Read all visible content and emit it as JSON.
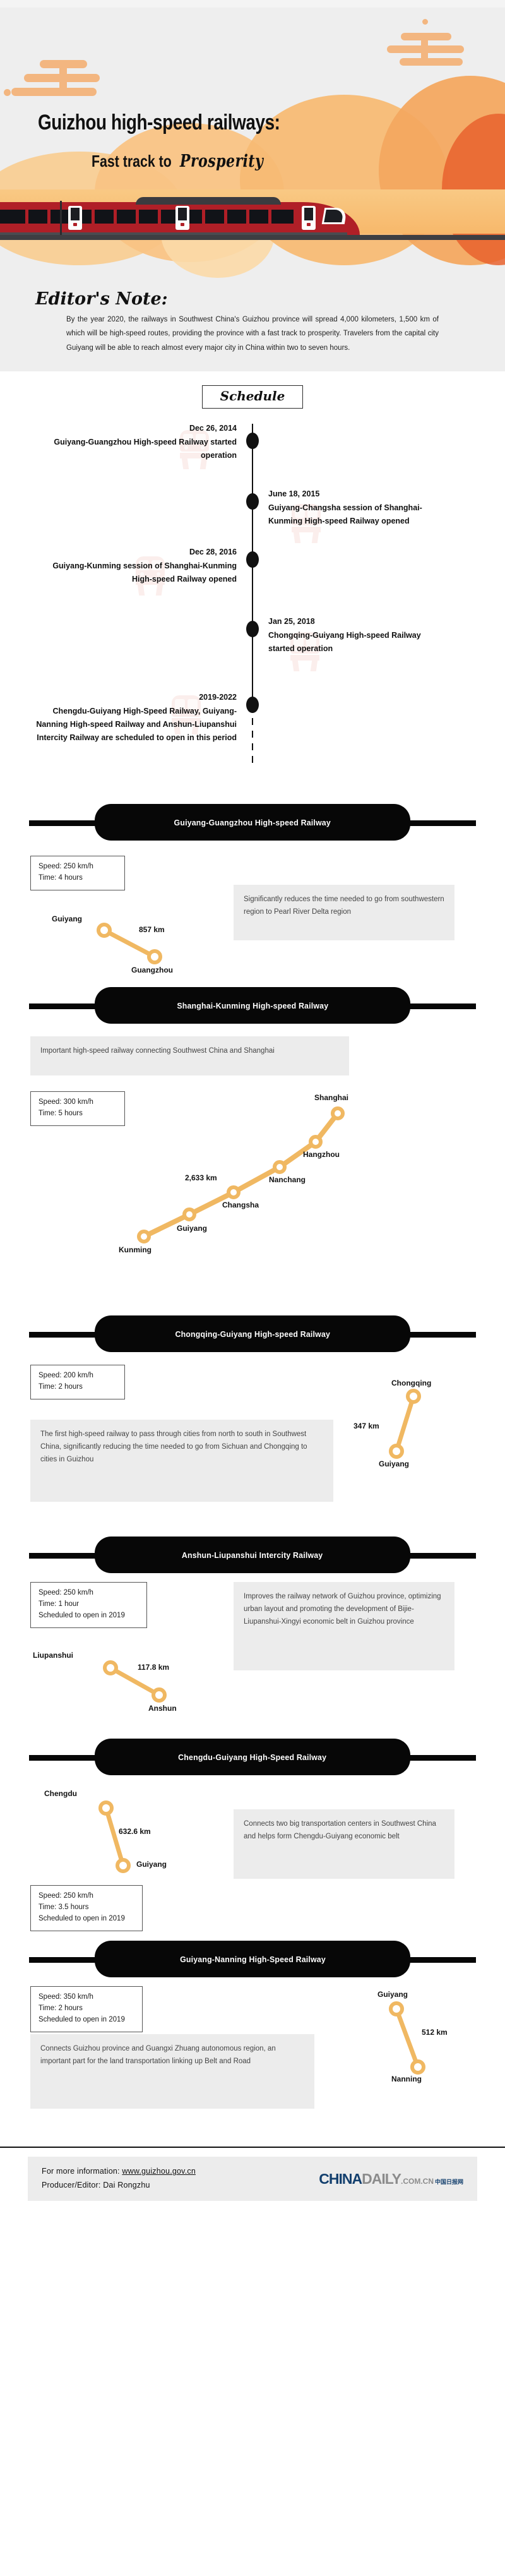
{
  "hero": {
    "title": "Guizhou high-speed railways:",
    "subtitle_plain": "Fast track to",
    "subtitle_script": "Prosperity"
  },
  "editors_note": {
    "heading": "Editor's Note:",
    "body": "By the year 2020, the railways in Southwest China's Guizhou province will spread 4,000 kilometers, 1,500 km of which will be high-speed routes, providing the province with a fast track to prosperity. Travelers from the capital city Guiyang will be able to reach almost every major city in China within two to seven hours."
  },
  "schedule": {
    "heading": "Schedule",
    "events": [
      {
        "side": "left",
        "date": "Dec 26, 2014",
        "text": "Guiyang-Guangzhou High-speed Railway started operation"
      },
      {
        "side": "right",
        "date": "June 18, 2015",
        "text": "Guiyang-Changsha session of Shanghai-Kunming High-speed Railway opened"
      },
      {
        "side": "left",
        "date": "Dec 28, 2016",
        "text": "Guiyang-Kunming session of Shanghai-Kunming High-speed Railway opened"
      },
      {
        "side": "right",
        "date": "Jan 25, 2018",
        "text": "Chongqing-Guiyang High-speed Railway started operation"
      },
      {
        "side": "left",
        "date": "2019-2022",
        "text": "Chengdu-Guiyang High-Speed Railway, Guiyang-Nanning High-speed Railway and Anshun-Liupanshui Intercity Railway are scheduled to open in this period"
      }
    ]
  },
  "railways": [
    {
      "name": "Guiyang-Guangzhou High-speed Railway",
      "spec": "Speed: 250 km/h\nTime: 4 hours",
      "description": "Significantly reduces the time needed to go from southwestern region to Pearl River Delta region",
      "distance": "857 km",
      "stations": [
        "Guiyang",
        "Guangzhou"
      ]
    },
    {
      "name": "Shanghai-Kunming High-speed Railway",
      "spec": "Speed: 300 km/h\nTime: 5 hours",
      "description": "Important high-speed railway connecting Southwest China and Shanghai",
      "distance": "2,633 km",
      "stations": [
        "Kunming",
        "Guiyang",
        "Changsha",
        "Nanchang",
        "Hangzhou",
        "Shanghai"
      ]
    },
    {
      "name": "Chongqing-Guiyang High-speed Railway",
      "spec": "Speed: 200 km/h\nTime: 2 hours",
      "description": "The first high-speed railway to pass through cities from north to south in Southwest China, significantly reducing the time needed to go from Sichuan and Chongqing to cities in Guizhou",
      "distance": "347 km",
      "stations": [
        "Chongqing",
        "Guiyang"
      ]
    },
    {
      "name": "Anshun-Liupanshui Intercity Railway",
      "spec": "Speed: 250 km/h\nTime: 1 hour\nScheduled to open in 2019",
      "description": "Improves the railway network of Guizhou province, optimizing urban layout and promoting the development of Bijie-Liupanshui-Xingyi economic belt in Guizhou province",
      "distance": "117.8 km",
      "stations": [
        "Liupanshui",
        "Anshun"
      ]
    },
    {
      "name": "Chengdu-Guiyang High-Speed Railway",
      "spec": "Speed: 250 km/h\nTime: 3.5 hours\nScheduled to open in 2019",
      "description": "Connects two big transportation centers in Southwest China and helps form Chengdu-Guiyang economic belt",
      "distance": "632.6 km",
      "stations": [
        "Chengdu",
        "Guiyang"
      ]
    },
    {
      "name": "Guiyang-Nanning High-Speed Railway",
      "spec": "Speed: 350 km/h\nTime: 2 hours\nScheduled to open in 2019",
      "description": "Connects Guizhou province and Guangxi Zhuang autonomous region, an important part for the land transportation linking up Belt and Road",
      "distance": "512 km",
      "stations": [
        "Guiyang",
        "Nanning"
      ]
    }
  ],
  "footer": {
    "info_prefix": "For more information: ",
    "url": "www.guizhou.gov.cn",
    "credit": "Producer/Editor: Dai Rongzhu",
    "logo_china": "CHINA",
    "logo_daily": "DAILY",
    "logo_domain": ".COM.CN",
    "logo_cn": "中国日报网"
  },
  "colors": {
    "accent_orange": "#f0b862",
    "banner_black": "#070707",
    "panel_gray": "#ececec",
    "hero_gray": "#eeeeee"
  }
}
